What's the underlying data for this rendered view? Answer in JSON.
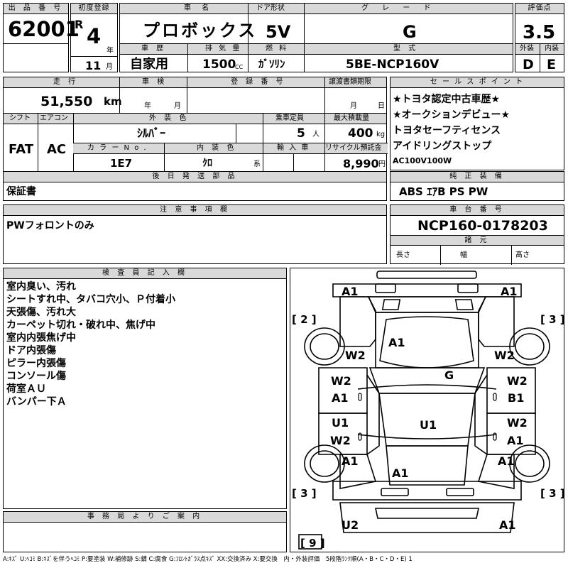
{
  "labels": {
    "lot_no": "出 品 番 号",
    "first_reg": "初度登録",
    "car_name": "車 名",
    "door": "ドア形状",
    "grade": "グ レ ー ド",
    "score": "評価点",
    "year_unit": "年",
    "month_unit": "月",
    "history": "車 歴",
    "displacement": "排 気 量",
    "fuel": "燃 料",
    "model": "型 式",
    "exterior": "外装",
    "interior": "内装",
    "mileage": "走 行",
    "inspection": "車 検",
    "reg_no": "登 録 番 号",
    "transfer_doc": "譲渡書類期限",
    "sales_points": "セ ー ル ス ポ イ ン ト",
    "shift": "シフト",
    "aircon": "エアコン",
    "ext_color": "外 装 色",
    "capacity": "乗車定員",
    "max_load": "最大積載量",
    "color_no": "カ ラ ー N o .",
    "int_color": "内 装 色",
    "import": "輸 入 車",
    "recycle": "リサイクル預託金",
    "later_parts": "後 日 発 送 部 品",
    "genuine": "純 正 装 備",
    "notes": "注 意 事 項 欄",
    "chassis": "車 台 番 号",
    "dims": "諸 元",
    "length": "長さ",
    "width": "幅",
    "height": "高さ",
    "inspector": "検 査 員 記 入 欄",
    "office": "事 務 局 よ り ご 案 内",
    "unit_km": "km",
    "unit_person": "人",
    "unit_kg": "kg",
    "unit_yen": "円",
    "unit_cc": "CC",
    "unit_kei": "系"
  },
  "vehicle": {
    "lot_no": "62001",
    "era": "R",
    "reg_year": "4",
    "reg_month": "11",
    "car_name": "プロボックス",
    "door": "5V",
    "grade": "G",
    "score": "3.5",
    "history": "自家用",
    "displacement": "1500",
    "fuel": "ｶﾞｿﾘﾝ",
    "model": "5BE-NCP160V",
    "ext_score": "D",
    "int_score": "E",
    "mileage": "51,550",
    "shift": "FAT",
    "aircon": "AC",
    "ext_color": "ｼﾙﾊﾞｰ",
    "capacity": "5",
    "max_load": "400",
    "color_no": "1E7",
    "int_color": "ｸﾛ",
    "recycle": "8,990",
    "later_parts": "保証書",
    "genuine_equipment": "ABS ｴｱB PS PW",
    "notes": "PWフォロントのみ",
    "chassis_no": "NCP160-0178203"
  },
  "sales_points": [
    "★トヨタ認定中古車歴★",
    "★オークションデビュー★",
    "トヨタセーフティセンス",
    "アイドリングストップ",
    "AC100V100W"
  ],
  "inspector_notes": [
    "室内臭い、汚れ",
    "シートすれ中、タバコ穴小、Ｐ付着小",
    "天張傷、汚れ大",
    "カーペット切れ・破れ中、焦げ中",
    "室内内張焦げ中",
    "ドア内張傷",
    "ピラー内張傷",
    "コンソール傷",
    "荷室ＡＵ",
    "バンパー下Ａ"
  ],
  "diagram": {
    "marks": {
      "front_left": "A1",
      "front_right": "A1",
      "hood": "A1",
      "windshield": "G",
      "roof": "U1",
      "fender_fl": "W2",
      "fender_fr": "W2",
      "door_fl_upper": "W2",
      "door_fl_lower": "A1",
      "door_fr_upper": "W2",
      "door_fr_lower": "B1",
      "door_rl_upper": "U1",
      "door_rl_lower": "W2",
      "door_rr_upper": "W2",
      "door_rr_lower": "A1",
      "quarter_rl": "A1",
      "quarter_rr": "A1",
      "rear_glass": "A1",
      "rear_left": "U2",
      "rear_right": "A1"
    },
    "tire_marks": {
      "fl": "[ 2 ]",
      "fr": "[ 3 ]",
      "rl": "[ 3 ]",
      "rr": "[ 3 ]",
      "spare": "[ 9 ]"
    }
  },
  "legend": "A:ｷｽﾞ U:ﾍｺﾐ B:ｷｽﾞを伴うﾍｺﾐ P:要塗装 W:補修跡 S:錆 C:腐食 G:ﾌﾛﾝﾄｶﾞﾗｽ点ｷｽﾞ XX:交換済み X:要交換　内・外装評価　5段階ﾗﾝｸ順(A・B・C・D・E) 1"
}
